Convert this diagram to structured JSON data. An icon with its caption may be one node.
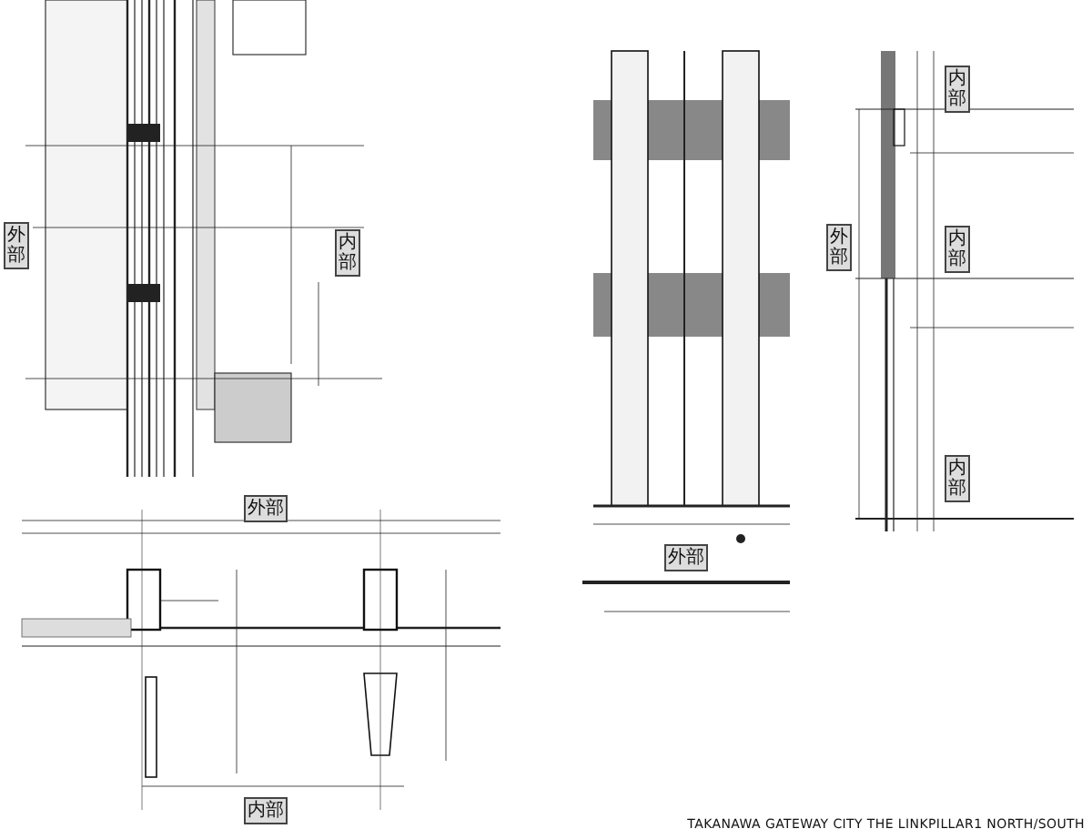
{
  "diagram": {
    "caption": "TAKANAWA GATEWAY CITY THE LINKPILLAR1 NORTH/SOUTH",
    "labels": [
      "外部",
      "内部",
      "内部",
      "外部",
      "内部",
      "内部",
      "外部",
      "外部",
      "内部"
    ]
  }
}
